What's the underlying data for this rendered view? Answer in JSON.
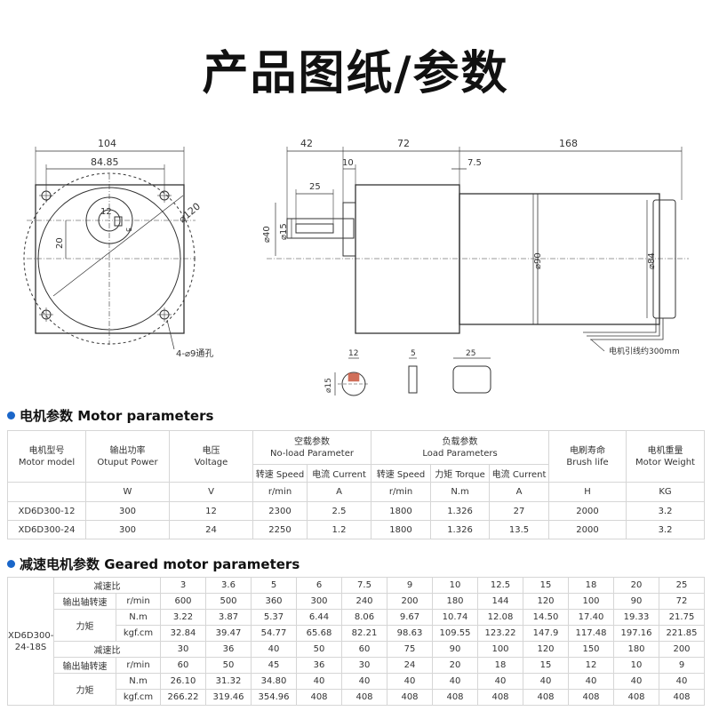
{
  "title": "产品图纸/参数",
  "drawing": {
    "front": {
      "width_104": "104",
      "width_84_85": "84.85",
      "dia_120": "⌀120",
      "key_12": "12",
      "key_5": "5",
      "offset_20": "20",
      "holes": "4-⌀9通孔"
    },
    "side": {
      "len_42": "42",
      "len_72": "72",
      "len_168": "168",
      "len_10": "10",
      "len_7_5": "7.5",
      "len_25": "25",
      "dia_40": "⌀40",
      "dia_15": "⌀15",
      "dia_90": "⌀90",
      "dia_84": "⌀84",
      "lead": "电机引线约300mm"
    },
    "details": {
      "shaft_12": "12",
      "shaft_dia_15": "⌀15",
      "key_5": "5",
      "key_25": "25"
    }
  },
  "motor": {
    "heading": "电机参数 Motor parameters",
    "h_model": [
      "电机型号",
      "Motor model"
    ],
    "h_power": [
      "输出功率",
      "Otuput Power"
    ],
    "h_voltage": [
      "电压",
      "Voltage"
    ],
    "h_noload": [
      "空载参数",
      "No-load Parameter"
    ],
    "h_load": [
      "负载参数",
      "Load Parameters"
    ],
    "h_brush": [
      "电刷寿命",
      "Brush life"
    ],
    "h_weight": [
      "电机重量",
      "Motor Weight"
    ],
    "h_speed1": "转速 Speed",
    "h_current1": "电流 Current",
    "h_speed2": "转速 Speed",
    "h_torque": "力矩 Torque",
    "h_current2": "电流 Current",
    "units": [
      "W",
      "V",
      "r/min",
      "A",
      "r/min",
      "N.m",
      "A",
      "H",
      "KG"
    ],
    "rows": [
      [
        "XD6D300-12",
        "300",
        "12",
        "2300",
        "2.5",
        "1800",
        "1.326",
        "27",
        "2000",
        "3.2"
      ],
      [
        "XD6D300-24",
        "300",
        "24",
        "2250",
        "1.2",
        "1800",
        "1.326",
        "13.5",
        "2000",
        "3.2"
      ]
    ]
  },
  "geared": {
    "heading": "减速电机参数 Geared motor parameters",
    "model": [
      "XD6D300-",
      "24-18S"
    ],
    "ratio_label": "减速比",
    "speed_label": "输出轴转速",
    "speed_unit": "r/min",
    "torque_label": "力矩",
    "nm_unit": "N.m",
    "kgf_unit": "kgf.cm",
    "block1": {
      "ratio": [
        "3",
        "3.6",
        "5",
        "6",
        "7.5",
        "9",
        "10",
        "12.5",
        "15",
        "18",
        "20",
        "25"
      ],
      "speed": [
        "600",
        "500",
        "360",
        "300",
        "240",
        "200",
        "180",
        "144",
        "120",
        "100",
        "90",
        "72"
      ],
      "nm": [
        "3.22",
        "3.87",
        "5.37",
        "6.44",
        "8.06",
        "9.67",
        "10.74",
        "12.08",
        "14.50",
        "17.40",
        "19.33",
        "21.75"
      ],
      "kgf": [
        "32.84",
        "39.47",
        "54.77",
        "65.68",
        "82.21",
        "98.63",
        "109.55",
        "123.22",
        "147.9",
        "117.48",
        "197.16",
        "221.85"
      ]
    },
    "block2": {
      "ratio": [
        "30",
        "36",
        "40",
        "50",
        "60",
        "75",
        "90",
        "100",
        "120",
        "150",
        "180",
        "200"
      ],
      "speed": [
        "60",
        "50",
        "45",
        "36",
        "30",
        "24",
        "20",
        "18",
        "15",
        "12",
        "10",
        "9"
      ],
      "nm": [
        "26.10",
        "31.32",
        "34.80",
        "40",
        "40",
        "40",
        "40",
        "40",
        "40",
        "40",
        "40",
        "40"
      ],
      "kgf": [
        "266.22",
        "319.46",
        "354.96",
        "408",
        "408",
        "408",
        "408",
        "408",
        "408",
        "408",
        "408",
        "408"
      ]
    }
  },
  "colors": {
    "accent": "#1a66c9",
    "line": "#333333",
    "grid": "#d6d6d6"
  }
}
